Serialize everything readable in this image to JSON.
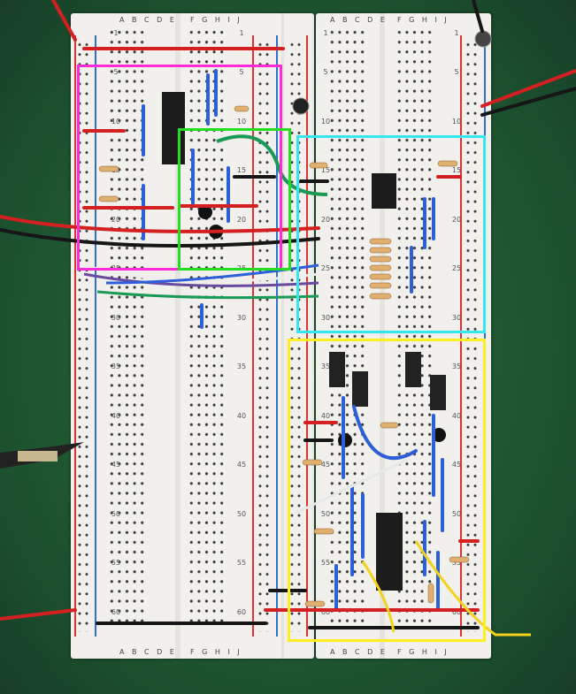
{
  "breadboard": {
    "column_labels_left": "A B C D E",
    "column_labels_right": "F G H I J",
    "row_numbers": [
      "1",
      "5",
      "10",
      "15",
      "20",
      "25",
      "30",
      "35",
      "40",
      "45",
      "50",
      "55",
      "60"
    ]
  },
  "highlight_boxes": [
    {
      "name": "magenta-box",
      "color": "#ff2bd6"
    },
    {
      "name": "green-box",
      "color": "#22dd22"
    },
    {
      "name": "cyan-box",
      "color": "#33e6f0"
    },
    {
      "name": "yellow-box",
      "color": "#ffee22"
    }
  ],
  "wire_colors": {
    "red": "#d42020",
    "blue": "#2d5fd8",
    "black": "#161616",
    "green": "#1a9a55",
    "white": "#eeeeee",
    "yellow": "#f2d21a",
    "purple": "#6a4aa0"
  }
}
